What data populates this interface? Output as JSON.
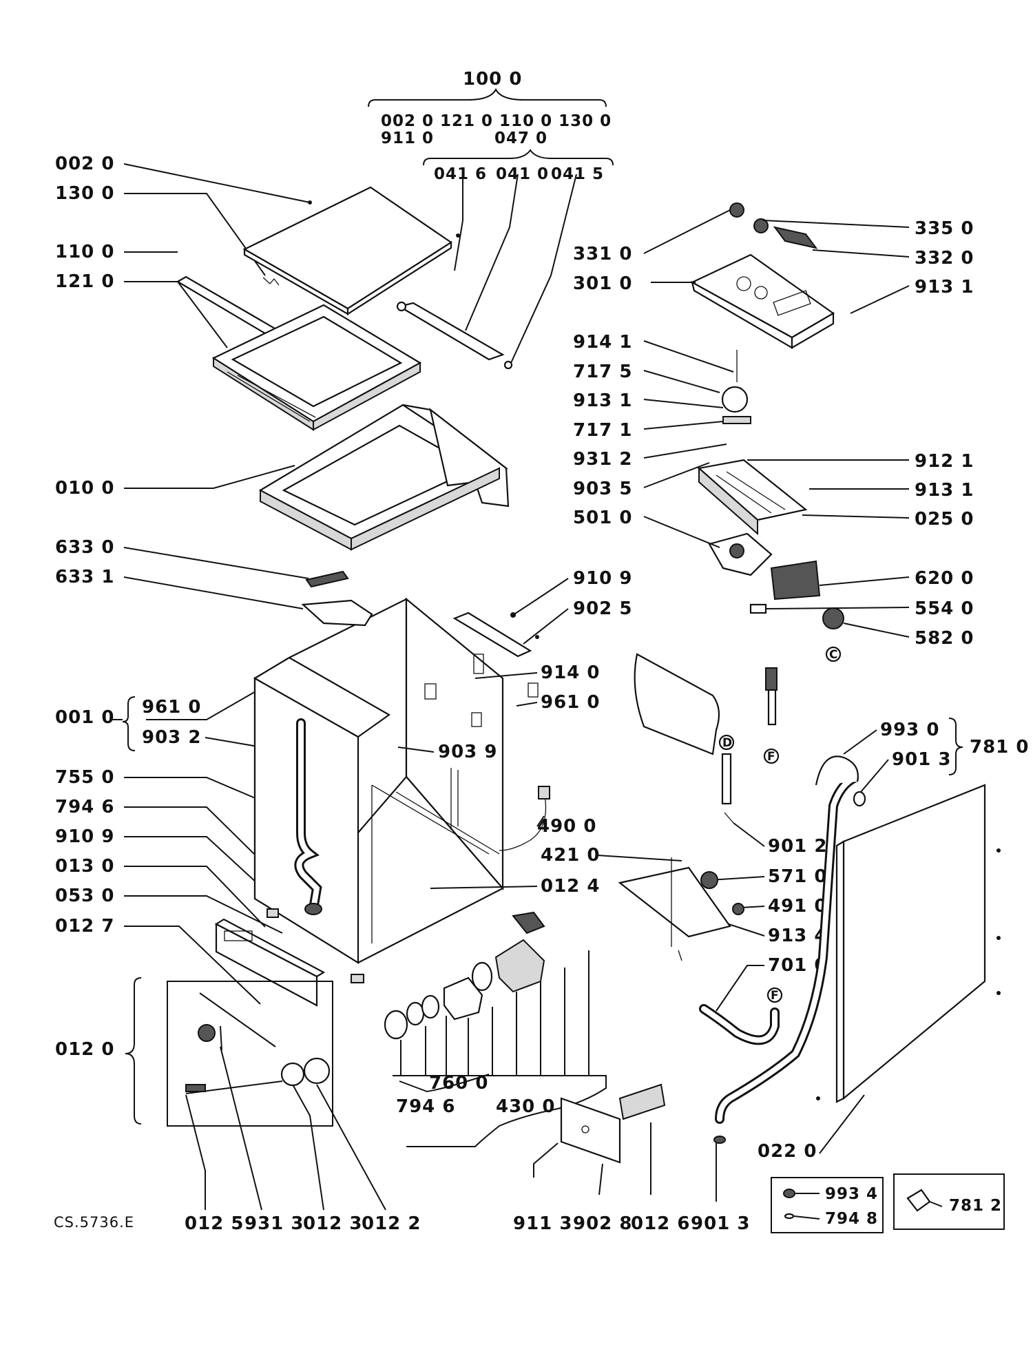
{
  "drawing_ref": "CS.5736.E",
  "assembly": {
    "main": "100 0",
    "contents_row1": "002 0   121 0   110 0   130 0",
    "contents_row2a": "911 0",
    "contents_row2b": "047 0",
    "sub_parts": [
      "041 6",
      "041 0",
      "041 5"
    ]
  },
  "left_labels": [
    "002 0",
    "130 0",
    "110 0",
    "121 0",
    "010 0",
    "633 0",
    "633 1",
    "755 0",
    "794 6",
    "910 9",
    "013 0",
    "053 0",
    "012 7",
    "012 0"
  ],
  "group_001": {
    "label": "001 0",
    "members": [
      "961 0",
      "903 2"
    ]
  },
  "right_labels": [
    "335 0",
    "332 0",
    "913 1",
    "912 1",
    "913 1",
    "025 0",
    "620 0",
    "554 0",
    "582 0"
  ],
  "control_labels": [
    "331 0",
    "301 0",
    "914 1",
    "717 5",
    "913 1",
    "717 1",
    "931 2",
    "903 5",
    "501 0"
  ],
  "center_labels": [
    "910 9",
    "902 5",
    "914 0",
    "961 0",
    "903 9",
    "490 0",
    "421 0",
    "012 4",
    "901 2",
    "571 0",
    "491 0",
    "913 4",
    "701 0"
  ],
  "hose_group": {
    "label": "781 0",
    "members": [
      "993 0",
      "901 3"
    ]
  },
  "pump_labels": [
    "760 0",
    "794 6",
    "430 0"
  ],
  "bottom_labels": [
    "012 5",
    "931 3",
    "012 3",
    "012 2",
    "911 3",
    "902 8",
    "012 6",
    "901 3",
    "022 0"
  ],
  "legend": {
    "box1": [
      {
        "code": "993 4"
      },
      {
        "code": "794 8"
      }
    ],
    "box2": {
      "code": "781 2"
    }
  },
  "markers": [
    "C",
    "D",
    "F",
    "F"
  ]
}
